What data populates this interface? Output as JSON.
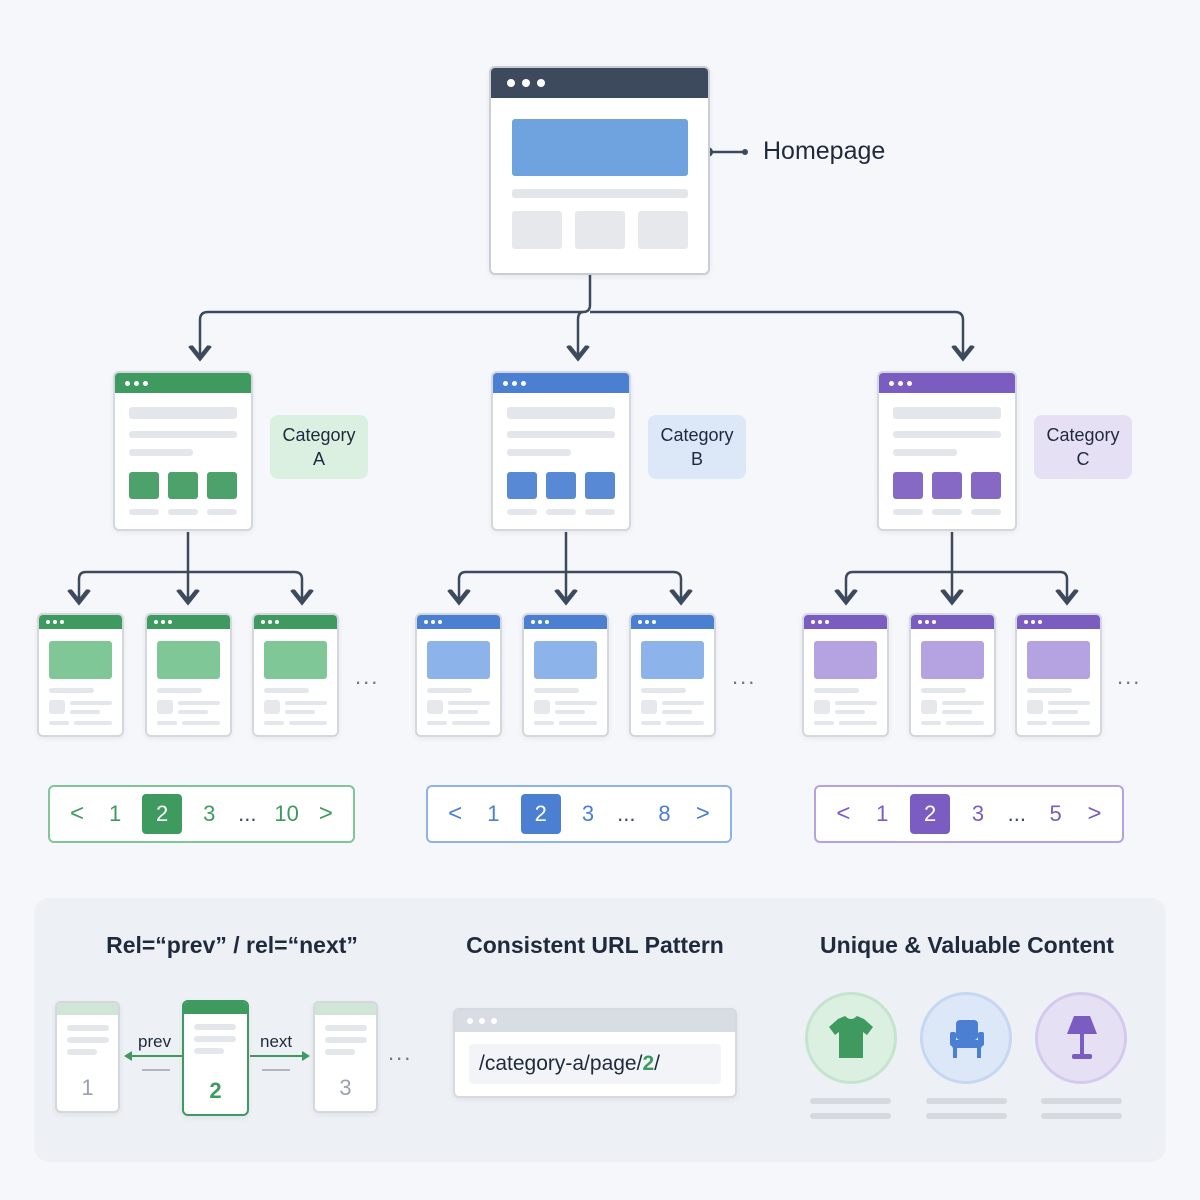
{
  "homepage": {
    "label": "Homepage"
  },
  "categories": [
    {
      "key": "a",
      "label_line1": "Category",
      "label_line2": "A",
      "color": "#3e9a5e",
      "light": "#7fc796",
      "bg": "#dcf0e2",
      "pager": {
        "prev": "<",
        "pages": [
          "1",
          "2",
          "3"
        ],
        "ellipsis": "...",
        "last": "10",
        "next": ">"
      }
    },
    {
      "key": "b",
      "label_line1": "Category",
      "label_line2": "B",
      "color": "#4a7fd1",
      "light": "#8db3eb",
      "bg": "#dce7f7",
      "pager": {
        "prev": "<",
        "pages": [
          "1",
          "2",
          "3"
        ],
        "ellipsis": "...",
        "last": "8",
        "next": ">"
      }
    },
    {
      "key": "c",
      "label_line1": "Category",
      "label_line2": "C",
      "color": "#7b5cc0",
      "light": "#b5a2e0",
      "bg": "#e6e0f5",
      "pager": {
        "prev": "<",
        "pages": [
          "1",
          "2",
          "3"
        ],
        "ellipsis": "...",
        "last": "5",
        "next": ">"
      }
    }
  ],
  "more_indicator": "...",
  "bottom": {
    "rel": {
      "title": "Rel=“prev” / rel=“next”",
      "prev_label": "prev",
      "next_label": "next",
      "pages": [
        "1",
        "2",
        "3"
      ],
      "more": "..."
    },
    "url": {
      "title": "Consistent URL Pattern",
      "path_prefix": "/category-a/page/",
      "path_number": "2",
      "path_suffix": "/"
    },
    "content": {
      "title": "Unique & Valuable Content",
      "icons": [
        "tshirt-icon",
        "armchair-icon",
        "lamp-icon"
      ]
    }
  },
  "colors": {
    "nav": "#3d4a5e",
    "homepage_hero": "#6fa3e0"
  }
}
